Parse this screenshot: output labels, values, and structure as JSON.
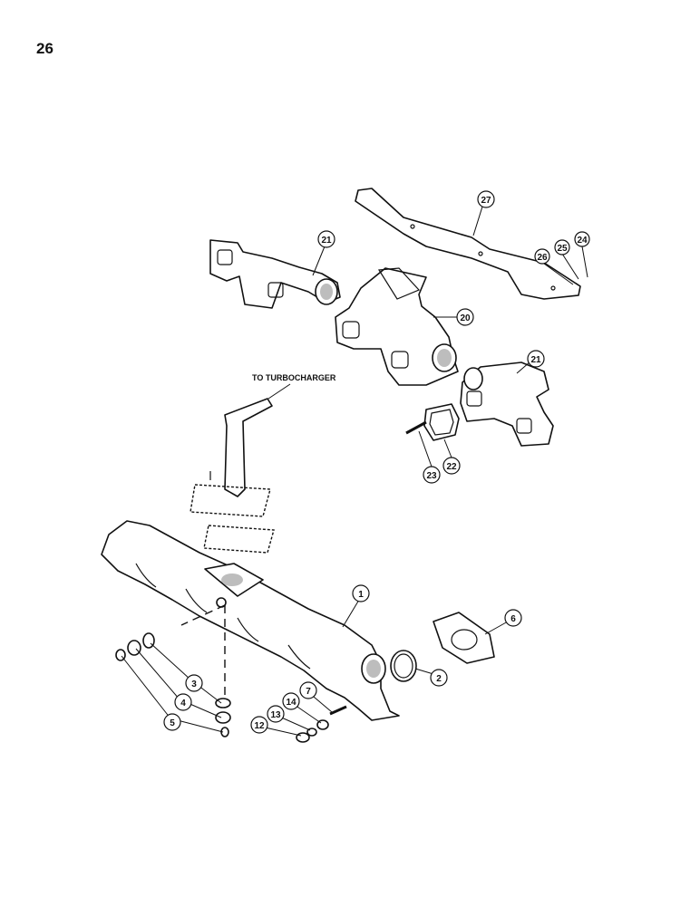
{
  "page_number": "26",
  "annotation_label": "TO TURBOCHARGER",
  "callouts": [
    "1",
    "2",
    "3",
    "4",
    "5",
    "6",
    "7",
    "12",
    "13",
    "14",
    "20",
    "21",
    "21",
    "22",
    "23",
    "24",
    "25",
    "26",
    "27"
  ]
}
